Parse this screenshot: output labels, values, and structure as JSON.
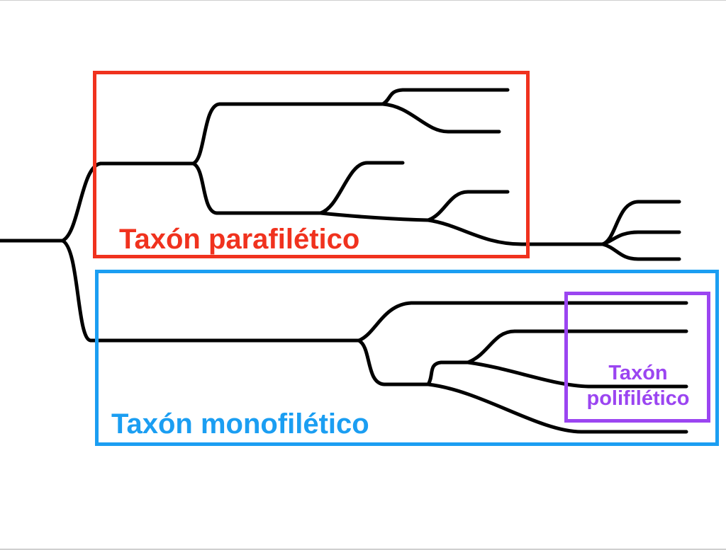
{
  "diagram": {
    "kind": "phylogenetic-tree",
    "colors": {
      "branch": "#000000",
      "parafiletico": "#f0321e",
      "monofiletico": "#1b9ef2",
      "polifiletico": "#9b45f1"
    },
    "labels": {
      "parafiletico": "Taxón parafilético",
      "monofiletico": "Taxón monofilético",
      "polifiletico_line1": "Taxón",
      "polifiletico_line2": "polifilético"
    }
  }
}
